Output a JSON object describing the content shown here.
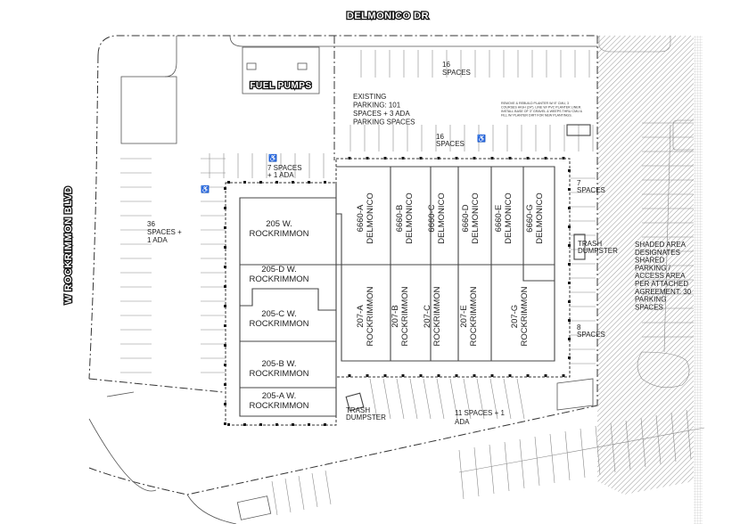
{
  "streets": {
    "north": "DELMONICO DR",
    "west": "W ROCKRIMMON BLVD"
  },
  "fuel_pumps": "FUEL PUMPS",
  "labels": {
    "top_spaces": [
      "16",
      "SPACES"
    ],
    "existing_parking": [
      "EXISTING",
      "PARKING: 101",
      "SPACES + 3 ADA",
      "PARKING SPACES"
    ],
    "mid_spaces": [
      "16",
      "SPACES"
    ],
    "planter_note": [
      "REMOVE & REBUILD PLANTER W/ 8\" CMU, 3",
      "COURSES HIGH (24\"). LINE W/ PVC PLANTER LINER.",
      "INSTALL BASE OF 3\" GRAVEL & WEEPS THRU CMU &",
      "FILL W/ PLANTER DIRT FOR NEW PLANTINGS."
    ],
    "seven_ada": [
      "7 SPACES",
      "+ 1 ADA"
    ],
    "west_spaces": [
      "36",
      "SPACES +",
      "1 ADA"
    ],
    "east_seven": [
      "7",
      "SPACES"
    ],
    "east_trash": [
      "TRASH",
      "DUMPSTER"
    ],
    "east_eight": [
      "8",
      "SPACES"
    ],
    "south_trash": [
      "TRASH",
      "DUMPSTER"
    ],
    "south_spaces": [
      "11 SPACES + 1",
      "ADA"
    ],
    "shaded_note": [
      "SHADED AREA",
      "DESIGNATES",
      "SHARED",
      "PARKING /",
      "ACCESS AREA",
      "PER ATTACHED",
      "AGREEMENT: 30",
      "PARKING",
      "SPACES"
    ]
  },
  "west_units": [
    [
      "205 W.",
      "ROCKRIMMON"
    ],
    [
      "205-D W.",
      "ROCKRIMMON"
    ],
    [
      "205-C W.",
      "ROCKRIMMON"
    ],
    [
      "205-B W.",
      "ROCKRIMMON"
    ],
    [
      "205-A W.",
      "ROCKRIMMON"
    ]
  ],
  "north_units": [
    [
      "6660-A",
      "DELMONICO"
    ],
    [
      "6660-B",
      "DELMONICO"
    ],
    [
      "6660-C",
      "DELMONICO"
    ],
    [
      "6660-D",
      "DELMONICO"
    ],
    [
      "6660-E",
      "DELMONICO"
    ],
    [
      "6660-G",
      "DELMONICO"
    ]
  ],
  "south_units": [
    [
      "207-A",
      "ROCKRIMMON"
    ],
    [
      "207-B",
      "ROCKRIMMON"
    ],
    [
      "207-C",
      "ROCKRIMMON"
    ],
    [
      "207-E",
      "ROCKRIMMON"
    ],
    [
      "207-G",
      "ROCKRIMMON"
    ]
  ],
  "colors": {
    "line": "#555555",
    "hatch": "#9a9a9a",
    "street_text": "#ffffff"
  }
}
